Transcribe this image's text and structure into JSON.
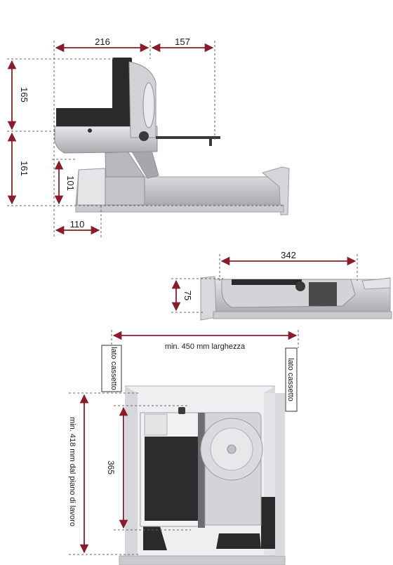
{
  "colors": {
    "arrow": "#8b1a2b",
    "guide": "#666666",
    "metal_light": "#d9dadc",
    "metal_mid": "#b9bbbf",
    "metal_dark": "#8e9095",
    "black": "#222222"
  },
  "side_view": {
    "width_carriage": "216",
    "width_extension": "157",
    "height_upper": "165",
    "height_lower": "161",
    "foot_height": "101",
    "foot_width": "110"
  },
  "lowered_view": {
    "length": "342",
    "height": "75"
  },
  "drawer_view": {
    "min_width_label": "min. 450 mm larghezza",
    "side_left_label": "lato cassetto",
    "side_right_label": "lato cassetto",
    "min_height_label": "min. 418 mm dal piano di lavoro",
    "inner_height": "365"
  }
}
